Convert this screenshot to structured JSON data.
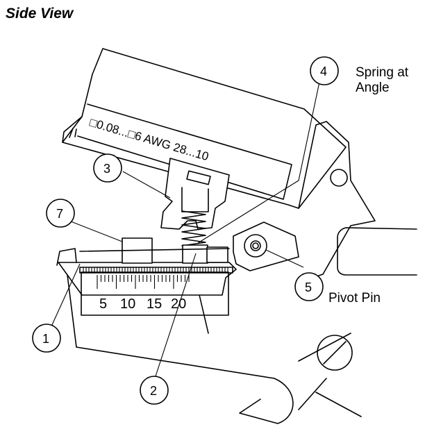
{
  "title": "Side View",
  "scale_label": "□0.08...□6  AWG 28...10",
  "ruler_labels": [
    "5",
    "10",
    "15",
    "20"
  ],
  "callouts": [
    {
      "id": "1",
      "name": "callout-1"
    },
    {
      "id": "2",
      "name": "callout-2"
    },
    {
      "id": "3",
      "name": "callout-3"
    },
    {
      "id": "4",
      "name": "callout-4"
    },
    {
      "id": "5",
      "name": "callout-5"
    },
    {
      "id": "7",
      "name": "callout-7"
    }
  ],
  "annotations": {
    "spring_line1": "Spring at",
    "spring_line2": "Angle",
    "pivot": "Pivot Pin"
  }
}
